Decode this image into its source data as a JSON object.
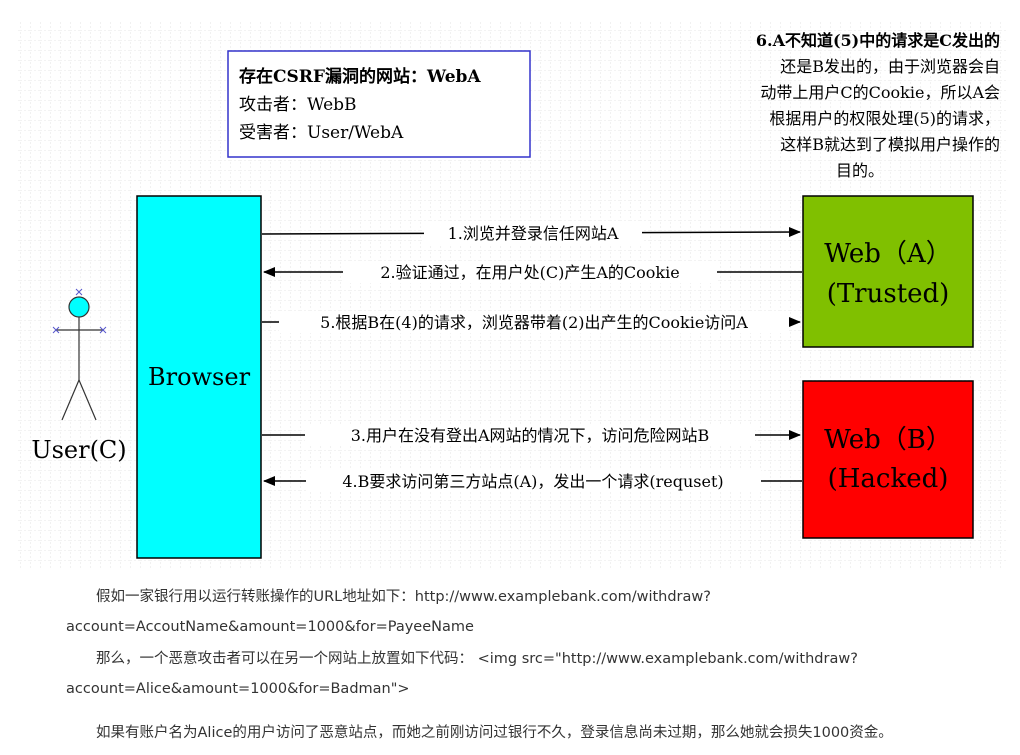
{
  "diagram": {
    "info_box": {
      "line1": "存在CSRF漏洞的网站：WebA",
      "line2": "攻击者：WebB",
      "line3": "受害者：User/WebA"
    },
    "note6": [
      "6.A不知道(5)中的请求是C发出的",
      "还是B发出的，由于浏览器会自",
      "动带上用户C的Cookie，所以A会",
      "根据用户的权限处理(5)的请求，",
      "这样B就达到了模拟用户操作的",
      "目的。"
    ],
    "browser_label": "Browser",
    "user_label": "User(C)",
    "web_a": {
      "line1": "Web（A）",
      "line2": "(Trusted)",
      "color": "#80c000"
    },
    "web_b": {
      "line1": "Web（B）",
      "line2": "(Hacked)",
      "color": "#ff0000"
    },
    "browser_color": "#00ffff",
    "arrows": {
      "a1": "1.浏览并登录信任网站A",
      "a2": "2.验证通过，在用户处(C)产生A的Cookie",
      "a5": "5.根据B在(4)的请求，浏览器带着(2)出产生的Cookie访问A",
      "a3": "3.用户在没有登出A网站的情况下，访问危险网站B",
      "a4": "4.B要求访问第三方站点(A)，发出一个请求(requset)"
    }
  },
  "paragraphs": {
    "p1_a": "假如一家银行用以运行转账操作的URL地址如下：http://www.examplebank.com/withdraw?",
    "p1_b": "account=AccoutName&amount=1000&for=PayeeName",
    "p2_a": "那么，一个恶意攻击者可以在另一个网站上放置如下代码： <img src=\"http://www.examplebank.com/withdraw?",
    "p2_b": "account=Alice&amount=1000&for=Badman\">",
    "p3": "如果有账户名为Alice的用户访问了恶意站点，而她之前刚访问过银行不久，登录信息尚未过期，那么她就会损失1000资金。"
  }
}
